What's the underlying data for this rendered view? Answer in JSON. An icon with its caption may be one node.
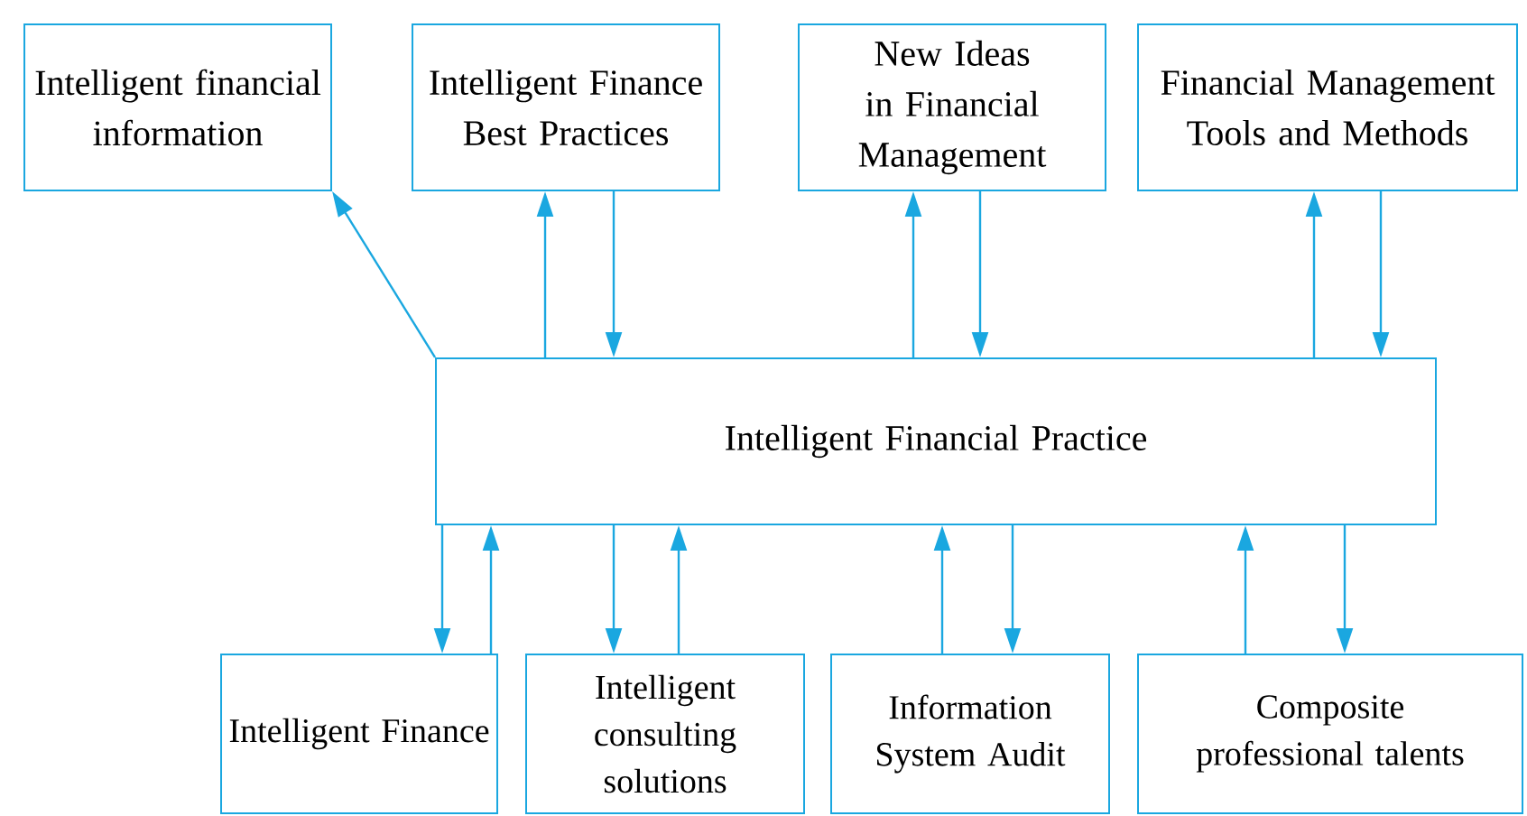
{
  "diagram": {
    "nodes": [
      {
        "text": [
          "Intelligent financial information"
        ]
      },
      {
        "text": [
          "Intelligent Finance Best Practices"
        ]
      },
      {
        "text": [
          "New Ideas in Financial Management"
        ]
      },
      {
        "text": [
          "Financial Management Tools and Methods"
        ]
      },
      {
        "text": [
          "Intelligent Financial Practice"
        ]
      },
      {
        "text": [
          "Intelligent Finance"
        ]
      },
      {
        "text": [
          "Intelligent consulting solutions"
        ]
      },
      {
        "text": [
          "Information System Audit"
        ]
      },
      {
        "text": [
          "Composite professional talents"
        ]
      }
    ],
    "edges": [
      {
        "from": 4,
        "to": 0,
        "arrow": "to"
      },
      {
        "from": 4,
        "to": 1,
        "arrow": "to"
      },
      {
        "from": 1,
        "to": 4,
        "arrow": "to"
      },
      {
        "from": 4,
        "to": 2,
        "arrow": "to"
      },
      {
        "from": 2,
        "to": 4,
        "arrow": "to"
      },
      {
        "from": 4,
        "to": 3,
        "arrow": "to"
      },
      {
        "from": 3,
        "to": 4,
        "arrow": "to"
      },
      {
        "from": 4,
        "to": 5,
        "arrow": "to"
      },
      {
        "from": 5,
        "to": 4,
        "arrow": "to"
      },
      {
        "from": 4,
        "to": 6,
        "arrow": "to"
      },
      {
        "from": 6,
        "to": 4,
        "arrow": "to"
      },
      {
        "from": 7,
        "to": 4,
        "arrow": "to"
      },
      {
        "from": 4,
        "to": 7,
        "arrow": "to"
      },
      {
        "from": 8,
        "to": 4,
        "arrow": "to"
      },
      {
        "from": 4,
        "to": 8,
        "arrow": "to"
      }
    ]
  }
}
